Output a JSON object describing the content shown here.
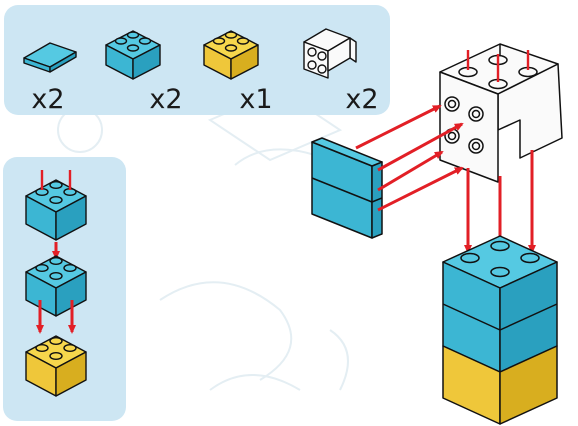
{
  "parts_list": {
    "items": [
      {
        "icon": "cyan-flat-tile-1x2",
        "quantity": "x2"
      },
      {
        "icon": "cyan-brick-2x2",
        "quantity": "x2"
      },
      {
        "icon": "yellow-brick-2x2",
        "quantity": "x1"
      },
      {
        "icon": "white-bracket-2x2",
        "quantity": "x2"
      }
    ]
  },
  "colors": {
    "panel": "#cde6f3",
    "cyan_top": "#55c9e2",
    "cyan_left": "#3cb6d3",
    "cyan_right": "#2aa0bf",
    "yellow_top": "#f6d74c",
    "yellow_left": "#efc73a",
    "yellow_right": "#d8ae1f",
    "white_part": "#fafafa",
    "arrow": "#e21f26",
    "outline": "#111111"
  },
  "steps": {
    "sub_assembly": [
      "cyan-brick",
      "cyan-brick",
      "yellow-brick"
    ],
    "main_assembly": [
      "cyan-tiles",
      "white-brackets",
      "cyan-brick-stack",
      "yellow-brick-base"
    ]
  }
}
